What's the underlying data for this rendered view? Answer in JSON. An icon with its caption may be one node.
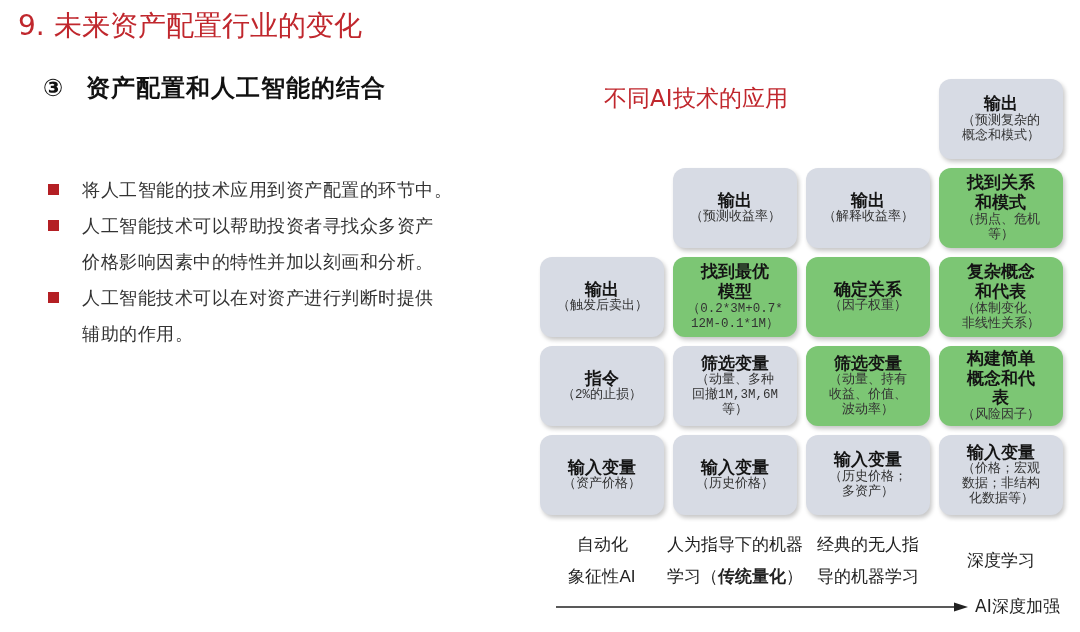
{
  "diagram": {
    "title": "9. 未来资产配置行业的变化",
    "nodes": [
      {
        "text": [
          "输出",
          "（预测复杂的概念和模式）"
        ]
      },
      {
        "text": [
          "输出",
          "（预测收益率）"
        ]
      },
      {
        "text": [
          "输出",
          "（解释收益率）"
        ]
      },
      {
        "text": [
          "找到关系和模式",
          "（拐点、危机等）"
        ]
      },
      {
        "text": [
          "输出",
          "（触发后卖出）"
        ]
      },
      {
        "text": [
          "找到最优模型",
          "（0.2*3M+0.7*12M-0.1*1M）"
        ]
      },
      {
        "text": [
          "确定关系",
          "（因子权重）"
        ]
      },
      {
        "text": [
          "复杂概念和代表",
          "（体制变化、非线性关系）"
        ]
      },
      {
        "text": [
          "指令",
          "（2%的止损）"
        ]
      },
      {
        "text": [
          "筛选变量",
          "（动量、多种回撤1M,3M,6M等）"
        ]
      },
      {
        "text": [
          "筛选变量",
          "（动量、持有收益、价值、波动率）"
        ]
      },
      {
        "text": [
          "构建简单概念和代表",
          "（风险因子）"
        ]
      },
      {
        "text": [
          "输入变量",
          "（资产价格）"
        ]
      },
      {
        "text": [
          "输入变量",
          "（历史价格）"
        ]
      },
      {
        "text": [
          "输入变量",
          "（历史价格；多资产）"
        ]
      },
      {
        "text": [
          "输入变量",
          "（价格；宏观数据；非结构化数据等）"
        ]
      }
    ],
    "labels": [
      "③",
      "资产配置和人工智能的结合",
      "将人工智能的技术应用到资产配置的环节中。",
      "人工智能技术可以帮助投资者寻找众多资产价格影响因素中的特性并加以刻画和分析。",
      "人工智能技术可以在对资产进行判断时提供辅助的作用。",
      "不同AI技术的应用",
      "自动化象征性AI",
      "人为指导下的机器学习（**传统量化**）",
      "经典的无人指导的机器学习",
      "深度学习",
      "AI深度加强"
    ]
  }
}
